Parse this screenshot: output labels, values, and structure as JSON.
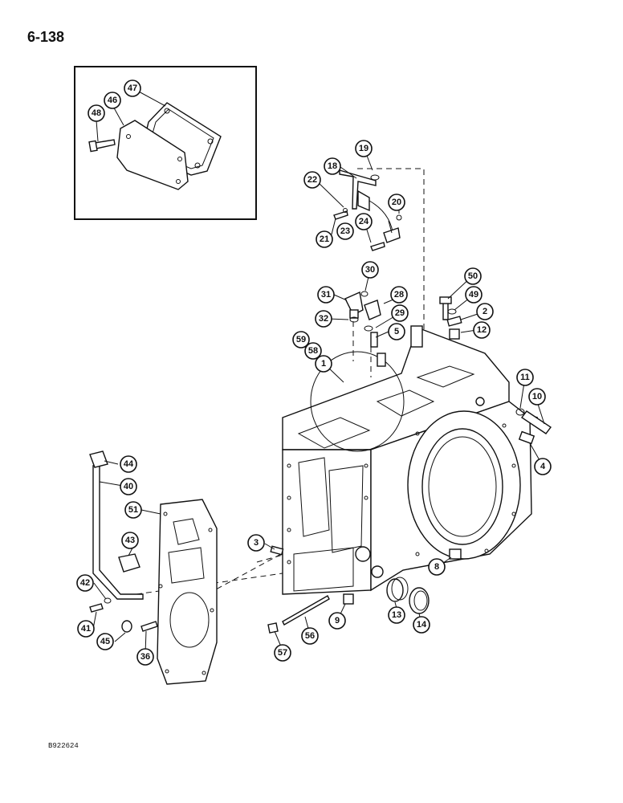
{
  "page_number": "6-138",
  "figure_code": "B922624",
  "callouts": [
    "1",
    "2",
    "3",
    "4",
    "5",
    "8",
    "9",
    "10",
    "11",
    "12",
    "13",
    "14",
    "18",
    "19",
    "20",
    "21",
    "22",
    "23",
    "24",
    "28",
    "29",
    "30",
    "31",
    "32",
    "36",
    "40",
    "41",
    "42",
    "43",
    "44",
    "45",
    "46",
    "47",
    "48",
    "49",
    "50",
    "51",
    "56",
    "57",
    "58",
    "59"
  ]
}
